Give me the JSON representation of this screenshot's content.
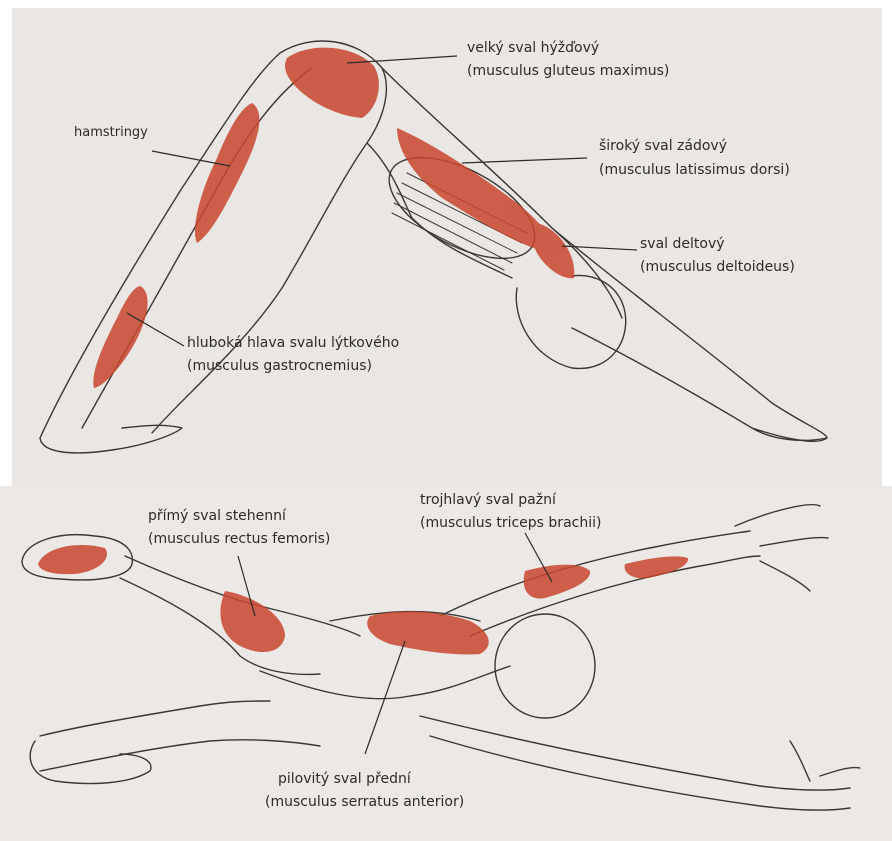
{
  "labels": {
    "gluteus": {
      "cz": "velký sval hýžďový",
      "lat": "(musculus gluteus maximus)"
    },
    "latissimus": {
      "cz": "široký sval zádový",
      "lat": "(musculus latissimus dorsi)"
    },
    "hamstrings": {
      "cz": "hamstringy"
    },
    "deltoid": {
      "cz": "sval deltový",
      "lat": "(musculus deltoideus)"
    },
    "gastrocnemius": {
      "cz": "hluboká hlava svalu lýtkového",
      "lat": "(musculus gastrocnemius)"
    },
    "rectus_femoris": {
      "cz": "přímý sval stehenní",
      "lat": "(musculus rectus femoris)"
    },
    "triceps": {
      "cz": "trojhlavý sval pažní",
      "lat": "(musculus triceps brachii)"
    },
    "serratus": {
      "cz": "pilovitý sval přední",
      "lat": "(musculus serratus anterior)"
    }
  },
  "colors": {
    "paper": "#e9e6e3",
    "muscle": "#c8472f",
    "muscle_light": "#d86a4e",
    "ink": "#2d2b29"
  }
}
